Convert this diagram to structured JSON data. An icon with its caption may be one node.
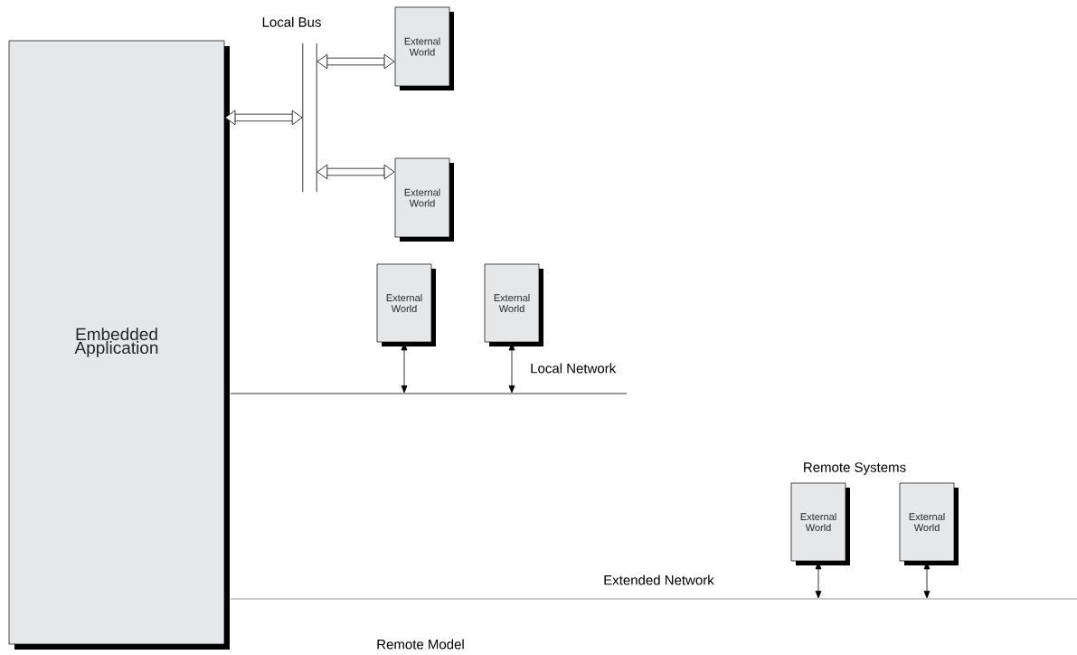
{
  "diagram": {
    "nodes": [
      {
        "text": [
          "Embedded Application"
        ]
      },
      {
        "text": [
          "Local Bus"
        ]
      },
      {
        "text": [
          "External World"
        ]
      },
      {
        "text": [
          "External World"
        ]
      },
      {
        "text": [
          "External World"
        ]
      },
      {
        "text": [
          "External World"
        ]
      },
      {
        "text": [
          "Local Network"
        ]
      },
      {
        "text": [
          "External World"
        ]
      },
      {
        "text": [
          "External World"
        ]
      },
      {
        "text": [
          "Extended Network"
        ]
      }
    ],
    "edges": [
      {
        "from": 0,
        "to": 1,
        "arrow": "both",
        "style": "thick"
      },
      {
        "from": 1,
        "to": 2,
        "arrow": "both",
        "style": "thick"
      },
      {
        "from": 1,
        "to": 3,
        "arrow": "both",
        "style": "thick"
      },
      {
        "from": 4,
        "to": 6,
        "arrow": "both"
      },
      {
        "from": 5,
        "to": 6,
        "arrow": "both"
      },
      {
        "from": 7,
        "to": 9,
        "arrow": "both"
      },
      {
        "from": 8,
        "to": 9,
        "arrow": "both"
      }
    ],
    "labels": [
      "Remote Systems",
      "Remote Model"
    ]
  }
}
